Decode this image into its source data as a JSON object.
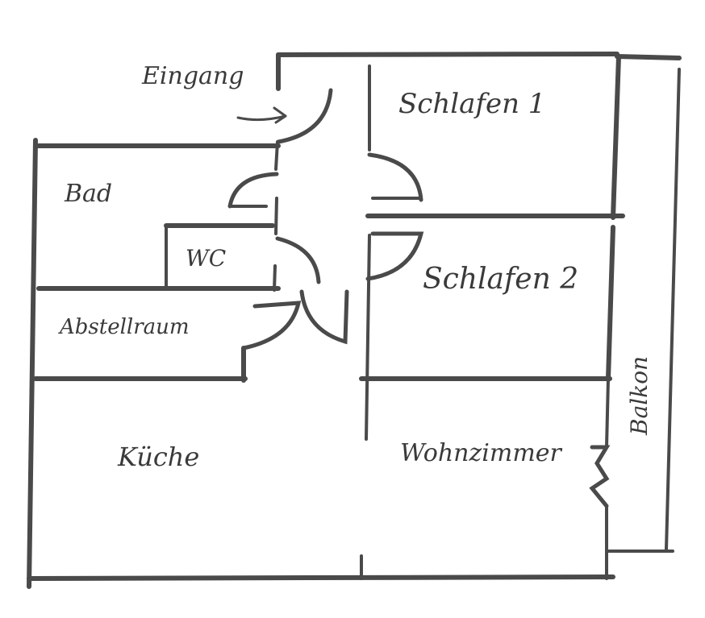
{
  "labels": {
    "entrance": "Eingang",
    "bedroom1": "Schlafen 1",
    "bedroom2": "Schlafen 2",
    "bathroom": "Bad",
    "toilet": "WC",
    "storage": "Abstellraum",
    "kitchen": "Küche",
    "living": "Wohnzimmer",
    "balcony": "Balkon"
  },
  "colors": {
    "ink": "#4a4a4a",
    "background": "#ffffff"
  }
}
